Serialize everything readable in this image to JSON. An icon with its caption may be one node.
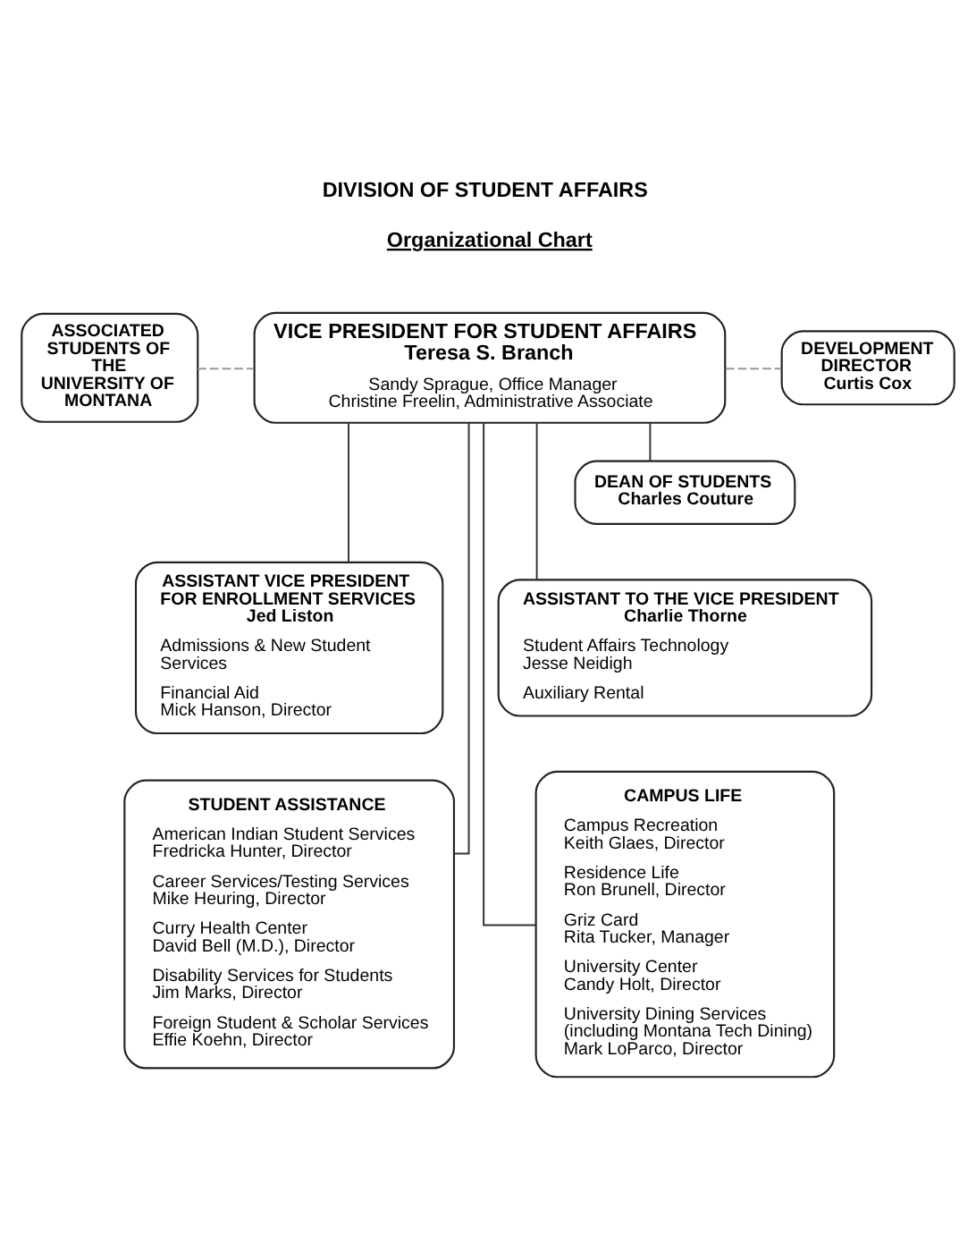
{
  "diagram": {
    "title": "DIVISION OF STUDENT AFFAIRS",
    "nodes": [
      {
        "text": [
          "ASSOCIATED STUDENTS OF THE UNIVERSITY OF MONTANA"
        ]
      },
      {
        "text": [
          "VICE PRESIDENT FOR STUDENT AFFAIRS",
          "Teresa S. Branch",
          "Sandy Sprague, Office Manager",
          "Christine Freelin, Administrative Associate"
        ]
      },
      {
        "text": [
          "DEVELOPMENT DIRECTOR",
          "Curtis Cox"
        ]
      },
      {
        "text": [
          "DEAN OF STUDENTS",
          "Charles Couture"
        ]
      },
      {
        "text": [
          "ASSISTANT VICE PRESIDENT FOR ENROLLMENT SERVICES",
          "Jed Liston",
          "Admissions & New Student Services",
          "Financial Aid",
          "Mick Hanson, Director"
        ]
      },
      {
        "text": [
          "ASSISTANT TO THE VICE PRESIDENT",
          "Charlie Thorne",
          "Student Affairs Technology",
          "Jesse Neidigh",
          "Auxiliary Rental"
        ]
      },
      {
        "text": [
          "STUDENT ASSISTANCE",
          "American Indian Student Services",
          "Fredricka Hunter, Director",
          "Career Services/Testing Services",
          "Mike Heuring, Director",
          "Curry Health Center",
          "David Bell (M.D.), Director",
          "Disability Services for Students",
          "Jim Marks, Director",
          "Foreign Student & Scholar Services",
          "Effie Koehn, Director"
        ]
      },
      {
        "text": [
          "CAMPUS LIFE",
          "Campus Recreation",
          "Keith Glaes, Director",
          "Residence Life",
          "Ron Brunell, Director",
          "Griz Card",
          "Rita Tucker, Manager",
          "University Center",
          "Candy Holt, Director",
          "University Dining Services (including Montana Tech Dining)",
          "Mark LoParco, Director"
        ]
      }
    ],
    "edges": [
      {
        "from": 0,
        "to": 1,
        "arrow": "none",
        "style": "dashed",
        "color": "#999999"
      },
      {
        "from": 1,
        "to": 2,
        "arrow": "none",
        "style": "dashed",
        "color": "#999999"
      },
      {
        "from": 1,
        "to": 3,
        "arrow": "none"
      },
      {
        "from": 1,
        "to": 4,
        "arrow": "none"
      },
      {
        "from": 1,
        "to": 5,
        "arrow": "none"
      },
      {
        "from": 1,
        "to": 6,
        "arrow": "none"
      },
      {
        "from": 1,
        "to": 7,
        "arrow": "none"
      }
    ],
    "labels": [
      "Organizational Chart"
    ]
  }
}
